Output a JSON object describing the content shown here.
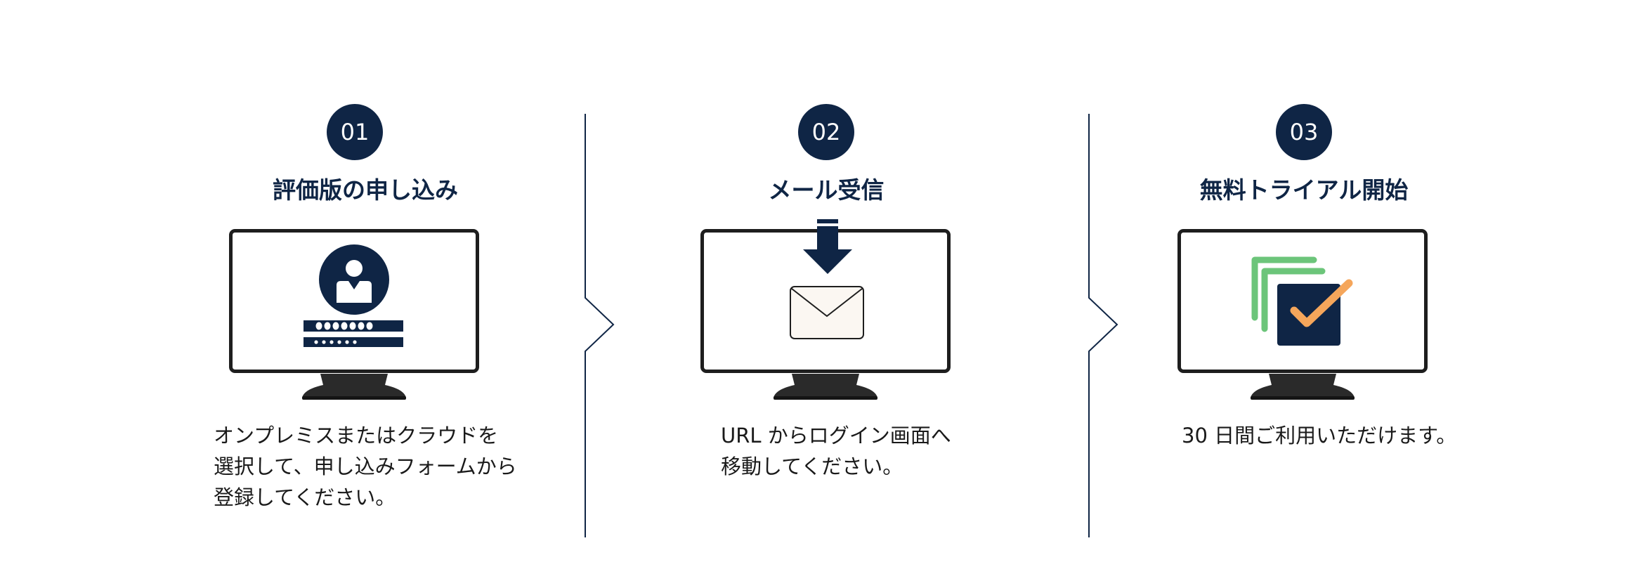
{
  "steps": [
    {
      "number": "01",
      "title": "評価版の申し込み",
      "icon": "user-login-icon",
      "desc_lines": [
        "オンプレミスまたはクラウドを",
        "選択して、申し込みフォームから",
        "登録してください。"
      ]
    },
    {
      "number": "02",
      "title": "メール受信",
      "icon": "mail-receive-icon",
      "desc_lines": [
        "URL からログイン画面へ",
        "移動してください。"
      ]
    },
    {
      "number": "03",
      "title": "無料トライアル開始",
      "icon": "trial-checklist-icon",
      "desc_lines": [
        "30 日間ご利用いただけます。"
      ]
    }
  ],
  "colors": {
    "navy": "#0f2545",
    "green": "#6cc57a",
    "orange": "#f5a65b",
    "monitor_frame": "#1e1e1e",
    "envelope_fill": "#fbf7f2"
  }
}
